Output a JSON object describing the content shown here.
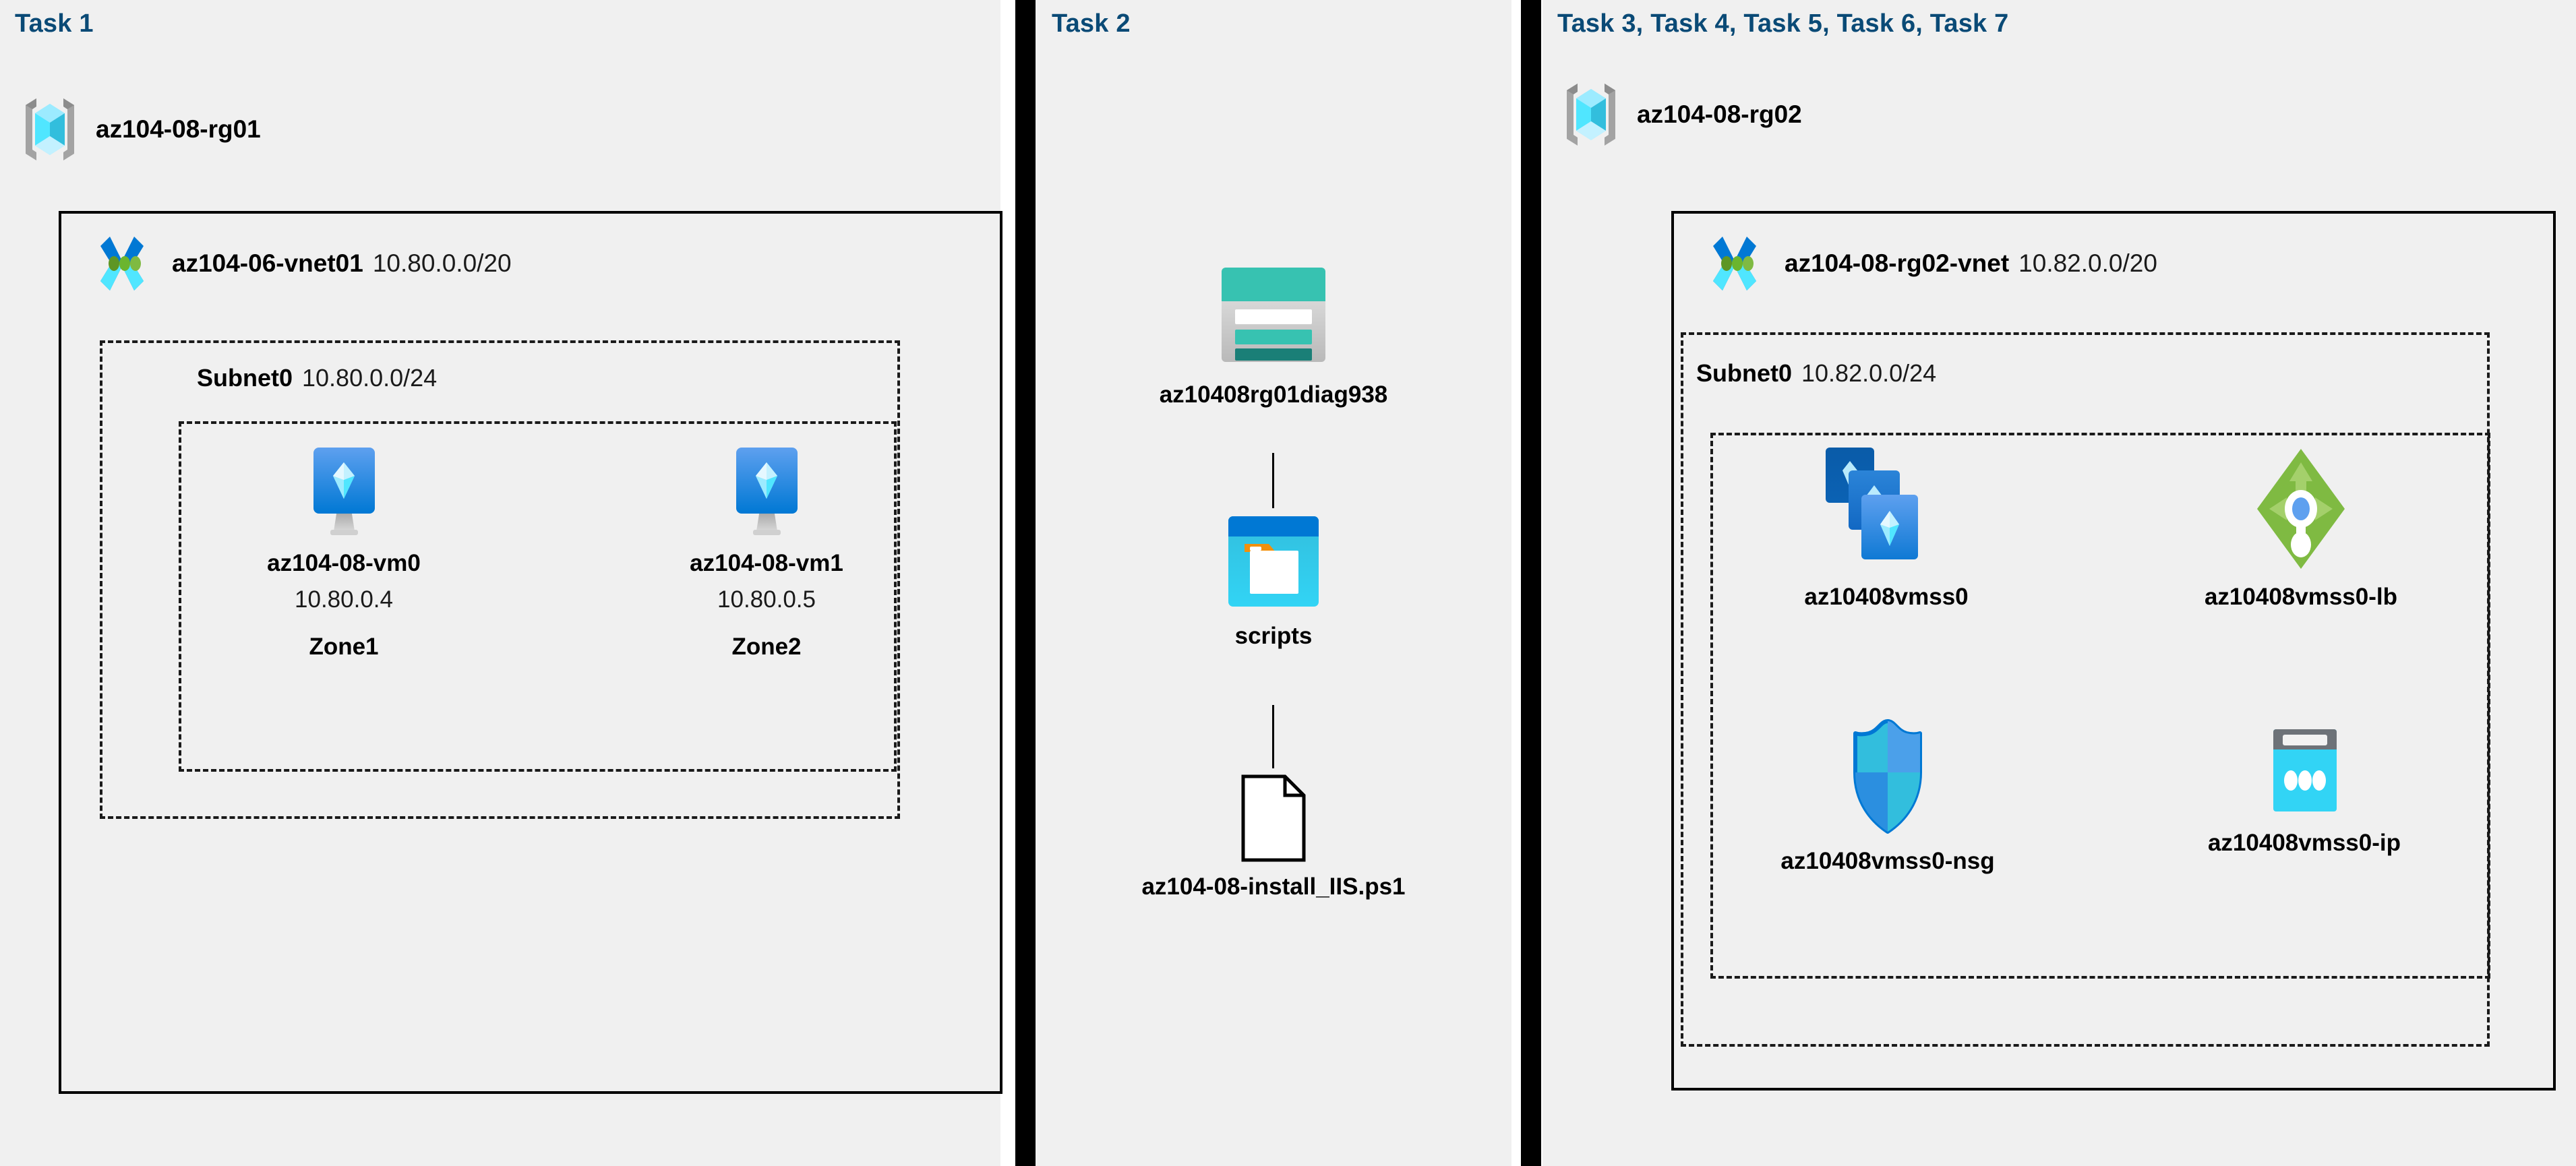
{
  "colors": {
    "panel_bg": "#f0f0f0",
    "task_heading": "#0a4a76",
    "border": "#000000",
    "azure_blue": "#0078d4",
    "azure_cyan": "#50e6ff",
    "storage_teal": "#37c2b1",
    "lb_green": "#7fba42",
    "nsg_blue": "#32bedd"
  },
  "panels": [
    {
      "id": "task1",
      "heading": "Task 1",
      "resource_group": {
        "icon": "resource-group-icon",
        "name": "az104-08-rg01"
      },
      "vnet": {
        "icon": "virtual-network-icon",
        "name": "az104-06-vnet01",
        "cidr": "10.80.0.0/20"
      },
      "subnet": {
        "name": "Subnet0",
        "cidr": "10.80.0.0/24"
      },
      "vms": [
        {
          "icon": "virtual-machine-icon",
          "name": "az104-08-vm0",
          "ip": "10.80.0.4",
          "zone": "Zone1"
        },
        {
          "icon": "virtual-machine-icon",
          "name": "az104-08-vm1",
          "ip": "10.80.0.5",
          "zone": "Zone2"
        }
      ]
    },
    {
      "id": "task2",
      "heading": "Task 2",
      "items": [
        {
          "icon": "storage-account-icon",
          "name": "az10408rg01diag938"
        },
        {
          "icon": "blob-container-icon",
          "name": "scripts"
        },
        {
          "icon": "file-document-icon",
          "name": "az104-08-install_IIS.ps1"
        }
      ]
    },
    {
      "id": "task357",
      "heading": "Task 3, Task 4, Task 5, Task 6, Task 7",
      "resource_group": {
        "icon": "resource-group-icon",
        "name": "az104-08-rg02"
      },
      "vnet": {
        "icon": "virtual-network-icon",
        "name": "az104-08-rg02-vnet",
        "cidr": "10.82.0.0/20"
      },
      "subnet": {
        "name": "Subnet0",
        "cidr": "10.82.0.0/24"
      },
      "resources": [
        {
          "icon": "vm-scale-set-icon",
          "name": "az10408vmss0"
        },
        {
          "icon": "load-balancer-icon",
          "name": "az10408vmss0-lb"
        },
        {
          "icon": "network-security-group-icon",
          "name": "az10408vmss0-nsg"
        },
        {
          "icon": "public-ip-address-icon",
          "name": "az10408vmss0-ip"
        }
      ]
    }
  ]
}
